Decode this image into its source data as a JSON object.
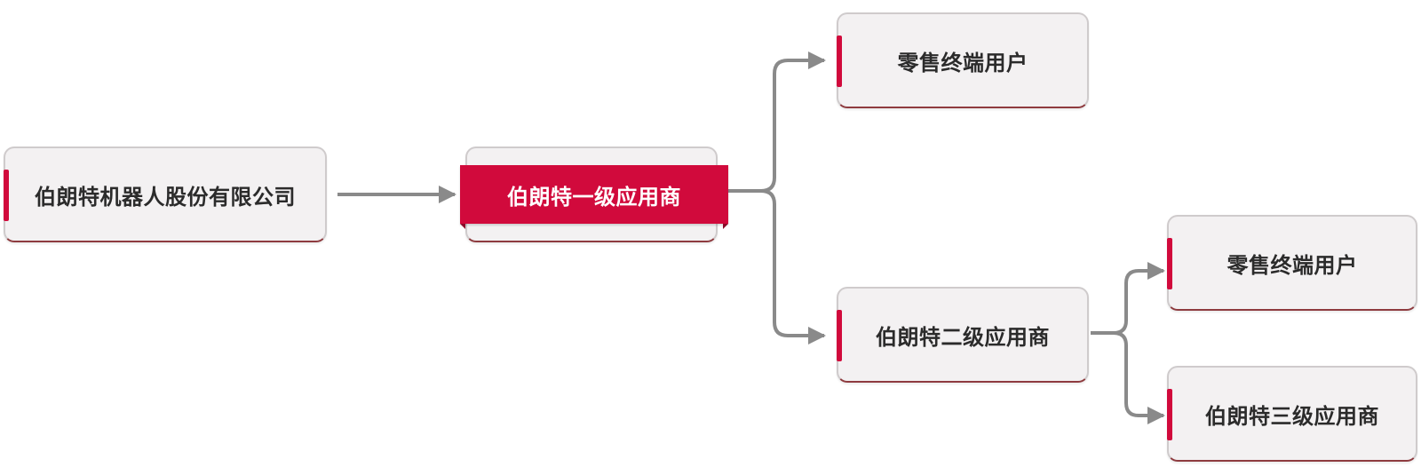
{
  "nodes": {
    "root": {
      "label": "伯朗特机器人股份有限公司"
    },
    "level1": {
      "label": "伯朗特一级应用商"
    },
    "retail_top": {
      "label": "零售终端用户"
    },
    "level2": {
      "label": "伯朗特二级应用商"
    },
    "retail_right": {
      "label": "零售终端用户"
    },
    "level3": {
      "label": "伯朗特三级应用商"
    }
  },
  "colors": {
    "accent": "#d10a3c",
    "node_fill": "#f3f1f2",
    "node_border": "#cfcbcc",
    "node_bottom_border": "#8e3b3f",
    "connector": "#8a8a8a",
    "text": "#2b2b2b"
  }
}
